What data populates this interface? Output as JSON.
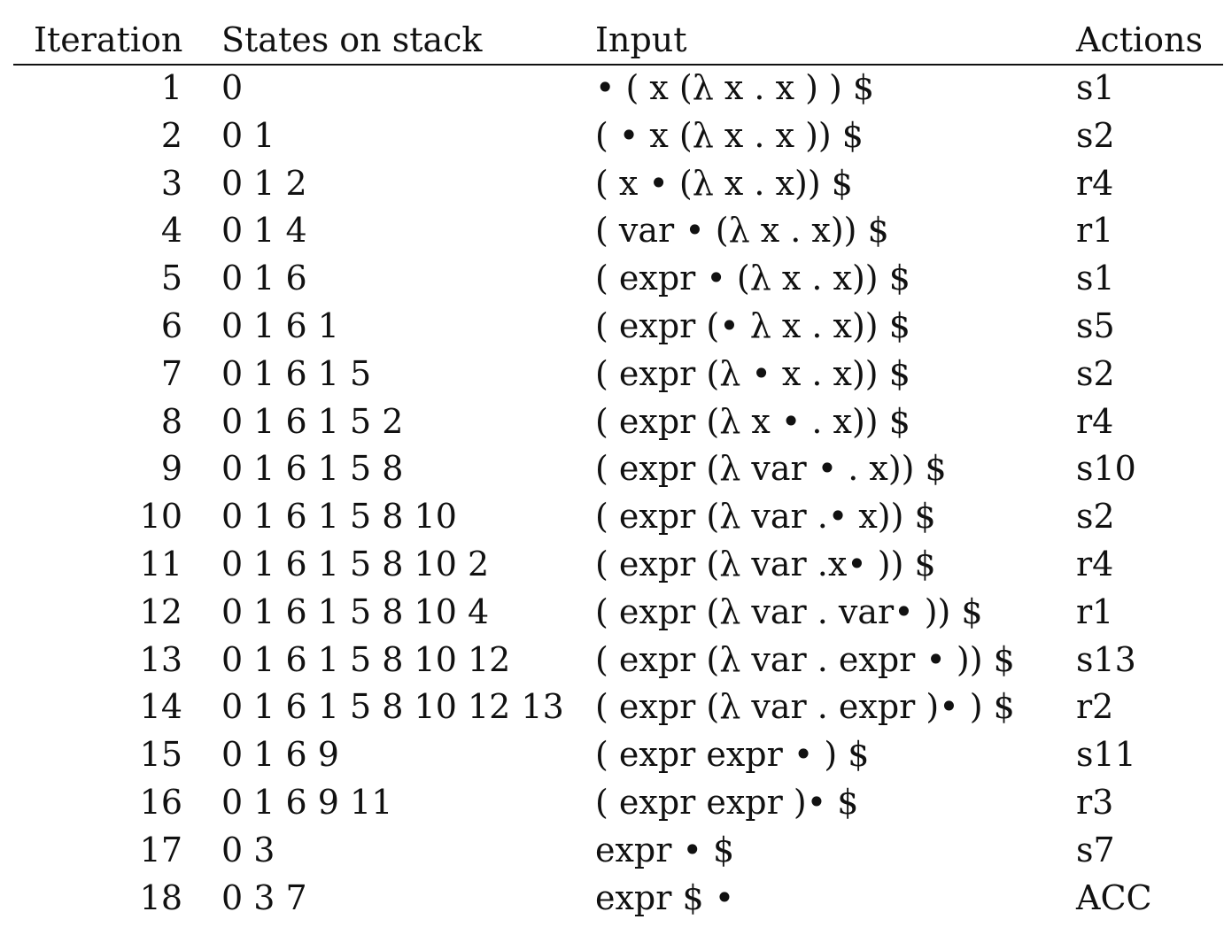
{
  "headers": {
    "iteration": "Iteration",
    "states": "States on stack",
    "input": "Input",
    "actions": "Actions"
  },
  "rows": [
    {
      "iteration": "1",
      "states": "0",
      "input": "• ( x (λ x . x ) ) $",
      "action": "s1"
    },
    {
      "iteration": "2",
      "states": "0 1",
      "input": "( • x (λ x . x )) $",
      "action": "s2"
    },
    {
      "iteration": "3",
      "states": "0 1 2",
      "input": "( x • (λ x . x)) $",
      "action": "r4"
    },
    {
      "iteration": "4",
      "states": "0 1 4",
      "input": "( var • (λ x . x)) $",
      "action": "r1"
    },
    {
      "iteration": "5",
      "states": "0 1 6",
      "input": "( expr • (λ x . x)) $",
      "action": "s1"
    },
    {
      "iteration": "6",
      "states": "0 1 6 1",
      "input": "( expr (• λ x . x)) $",
      "action": "s5"
    },
    {
      "iteration": "7",
      "states": "0 1 6 1 5",
      "input": "( expr (λ • x . x)) $",
      "action": "s2"
    },
    {
      "iteration": "8",
      "states": "0 1 6 1 5 2",
      "input": "( expr (λ x • . x)) $",
      "action": "r4"
    },
    {
      "iteration": "9",
      "states": "0 1 6 1 5 8",
      "input": "( expr (λ var • . x)) $",
      "action": "s10"
    },
    {
      "iteration": "10",
      "states": "0 1 6 1 5 8 10",
      "input": "( expr (λ var .• x)) $",
      "action": "s2"
    },
    {
      "iteration": "11",
      "states": "0 1 6 1 5 8 10 2",
      "input": "( expr (λ var .x• )) $",
      "action": "r4"
    },
    {
      "iteration": "12",
      "states": "0 1 6 1 5 8 10 4",
      "input": "( expr (λ var . var• )) $",
      "action": "r1"
    },
    {
      "iteration": "13",
      "states": "0 1 6 1 5 8 10 12",
      "input": "( expr (λ var . expr • )) $",
      "action": "s13"
    },
    {
      "iteration": "14",
      "states": "0 1 6 1 5 8 10 12 13",
      "input": "( expr (λ var . expr )• ) $",
      "action": "r2"
    },
    {
      "iteration": "15",
      "states": "0 1 6 9",
      "input": "( expr expr • ) $",
      "action": "s11"
    },
    {
      "iteration": "16",
      "states": "0 1 6 9 11",
      "input": "( expr expr )• $",
      "action": "r3"
    },
    {
      "iteration": "17",
      "states": "0 3",
      "input": "expr • $",
      "action": "s7"
    },
    {
      "iteration": "18",
      "states": "0 3 7",
      "input": "expr $ •",
      "action": "ACC"
    }
  ]
}
